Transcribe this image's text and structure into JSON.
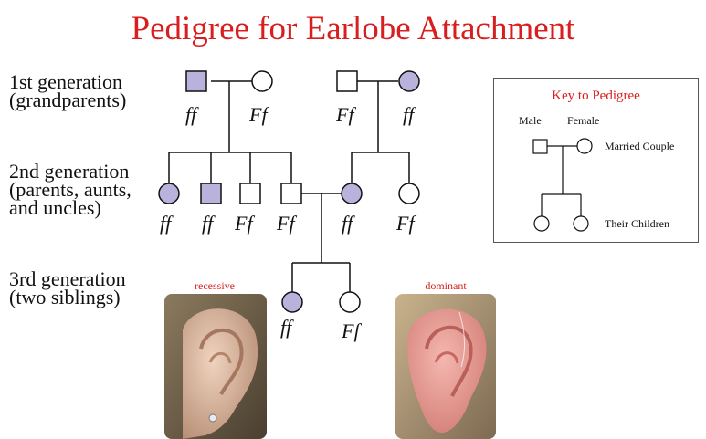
{
  "title": "Pedigree for Earlobe Attachment",
  "generations": [
    {
      "label": "1st generation\n(grandparents)"
    },
    {
      "label": "2nd generation\n(parents, aunts,\nand uncles)"
    },
    {
      "label": "3rd generation\n(two siblings)"
    }
  ],
  "genotypes": {
    "gen1": [
      "ff",
      "Ff",
      "Ff",
      "ff"
    ],
    "gen2": [
      "ff",
      "ff",
      "Ff",
      "Ff",
      "ff",
      "Ff"
    ],
    "gen3": [
      "ff",
      "Ff"
    ]
  },
  "ears": {
    "recessive": "recessive",
    "dominant": "dominant"
  },
  "key": {
    "title": "Key to Pedigree",
    "male": "Male",
    "female": "Female",
    "married": "Married Couple",
    "children": "Their Children"
  },
  "colors": {
    "affected": "#b9b2dd",
    "unaffected": "#ffffff",
    "title": "#d81e1e"
  }
}
